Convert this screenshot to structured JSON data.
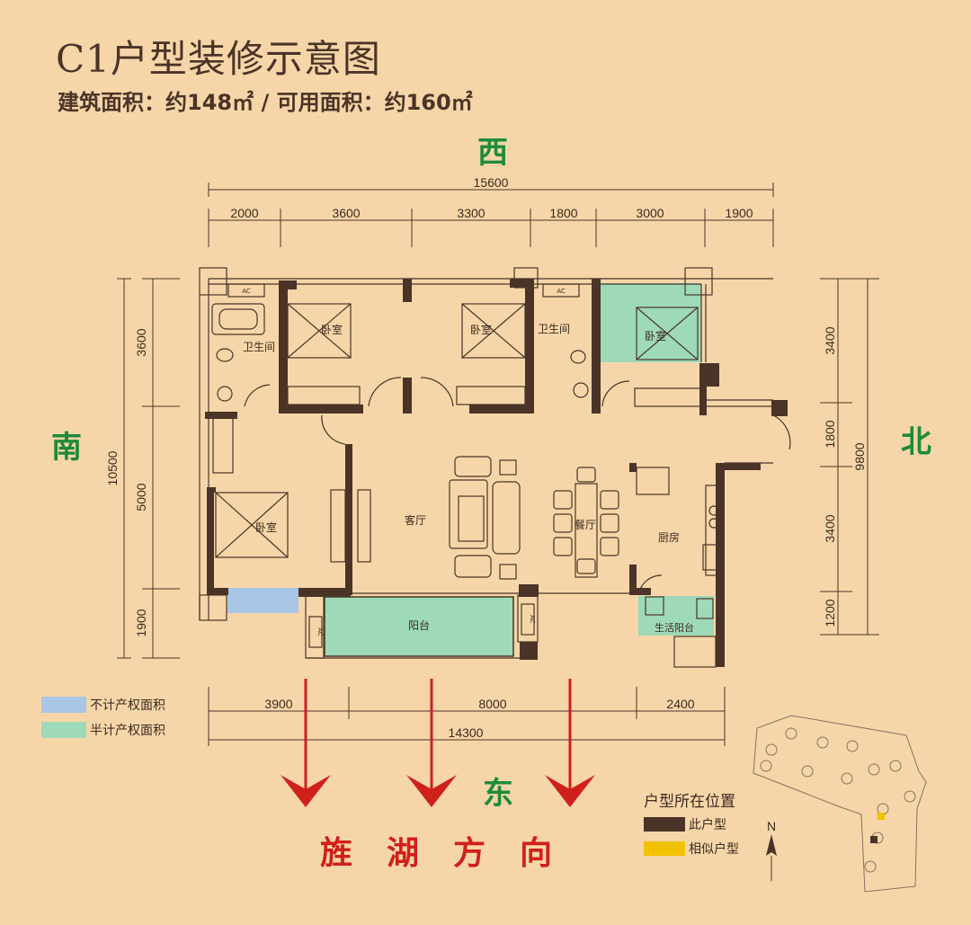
{
  "title": "C1户型装修示意图",
  "subtitle": "建筑面积：约148㎡ / 可用面积：约160㎡",
  "directions": {
    "west": "西",
    "south": "南",
    "north": "北",
    "east": "东"
  },
  "lake_direction": "旌湖方向",
  "dimensions": {
    "top_total": "15600",
    "top_segments": [
      "2000",
      "3600",
      "3300",
      "1800",
      "3000",
      "1900"
    ],
    "left_total": "10500",
    "left_segments": [
      "3600",
      "5000",
      "1900"
    ],
    "right_total": "9800",
    "right_segments": [
      "3400",
      "1800",
      "3400",
      "1200"
    ],
    "bottom_total": "14300",
    "bottom_segments": [
      "3900",
      "8000",
      "2400"
    ]
  },
  "rooms": {
    "bathroom_1": "卫生间",
    "bedroom_1": "卧室",
    "bedroom_2": "卧室",
    "bathroom_2": "卫生间",
    "bedroom_3": "卧室",
    "bedroom_4": "卧室",
    "living": "客厅",
    "dining": "餐厅",
    "kitchen": "厨房",
    "balcony": "阳台",
    "utility_balcony": "生活阳台",
    "ac": "AC"
  },
  "legend": [
    {
      "label": "不计产权面积",
      "color": "#A9C6E6"
    },
    {
      "label": "半计产权面积",
      "color": "#9ED9B8"
    }
  ],
  "location_map": {
    "title": "户型所在位置",
    "items": [
      {
        "label": "此户型",
        "color": "#4A3428"
      },
      {
        "label": "相似户型",
        "color": "#F2C200"
      }
    ],
    "north": "N"
  },
  "colors": {
    "wall": "#4A3428",
    "arrow": "#D0201C",
    "direction": "#1E8B3A"
  }
}
